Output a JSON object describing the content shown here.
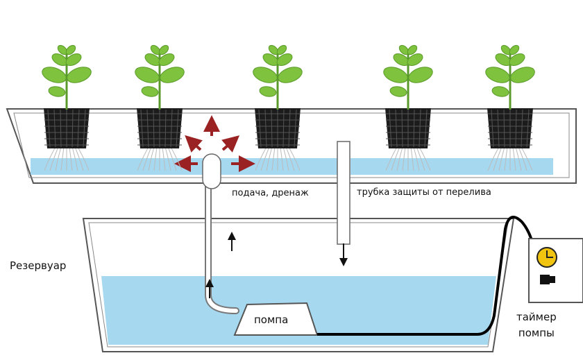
{
  "labels": {
    "feed_drain": "подача, дренаж",
    "overflow_tube": "трубка защиты от перелива",
    "reservoir": "Резервуар",
    "pump": "помпа",
    "timer_line1": "таймер",
    "timer_line2": "помпы"
  },
  "plants_count": 5,
  "colors": {
    "water": "#a6d8ef",
    "leaf": "#7ec23e",
    "leaf_dark": "#5a9a2a",
    "pot": "#1c1c1c",
    "outline": "#333333",
    "flow_arrow": "#9b2222",
    "timer_dial": "#f1c40f",
    "hose": "#000000"
  },
  "icons": [
    "plant-icon",
    "net-pot-icon",
    "arrow-icon",
    "timer-icon",
    "plug-icon"
  ]
}
